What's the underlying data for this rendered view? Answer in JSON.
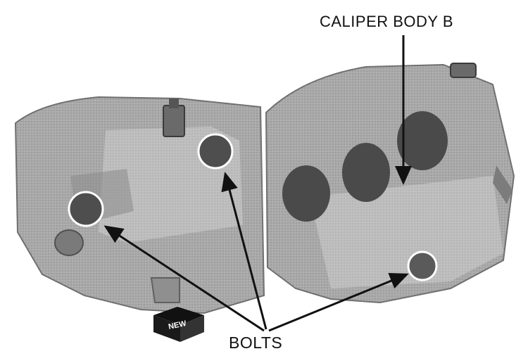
{
  "figure": {
    "labels": {
      "caliper_body": "CALIPER BODY B",
      "bolts": "BOLTS"
    },
    "badge": {
      "text": "NEW"
    },
    "colors": {
      "background": "#ffffff",
      "metal_light": "#b9b9b9",
      "metal_mid": "#9a9a9a",
      "metal_dark": "#6c6c6c",
      "bore_dark": "#4a4a4a",
      "bolt_highlight": "#ffffff",
      "ink": "#111111"
    },
    "icons": [
      "new-part-badge-icon"
    ]
  }
}
